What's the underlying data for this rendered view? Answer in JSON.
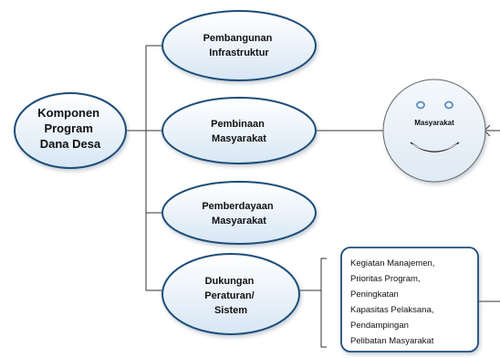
{
  "root": {
    "lines": [
      "Komponen",
      "Program",
      "Dana Desa"
    ]
  },
  "components": [
    {
      "lines": [
        "Pembangunan",
        "Infrastruktur"
      ]
    },
    {
      "lines": [
        "Pembinaan",
        "Masyarakat"
      ]
    },
    {
      "lines": [
        "Pemberdayaan",
        "Masyarakat"
      ]
    },
    {
      "lines": [
        "Dukungan",
        "Peraturan/",
        "Sistem"
      ]
    }
  ],
  "actor": {
    "label": "Masyarakat"
  },
  "support_box": {
    "lines": [
      "Kegiatan Manajemen,",
      "Prioritas Program,",
      "Peningkatan",
      "Kapasitas Pelaksana,",
      "Pendampingan",
      "Pelibatan Masyarakat"
    ]
  },
  "colors": {
    "ellipse_fill_top": "#ffffff",
    "ellipse_fill_bottom": "#d7e6f4",
    "ellipse_stroke": "#1f4e79",
    "line": "#333333",
    "actor_fill": "#dfeaf4",
    "eye": "#5b8fbe"
  }
}
